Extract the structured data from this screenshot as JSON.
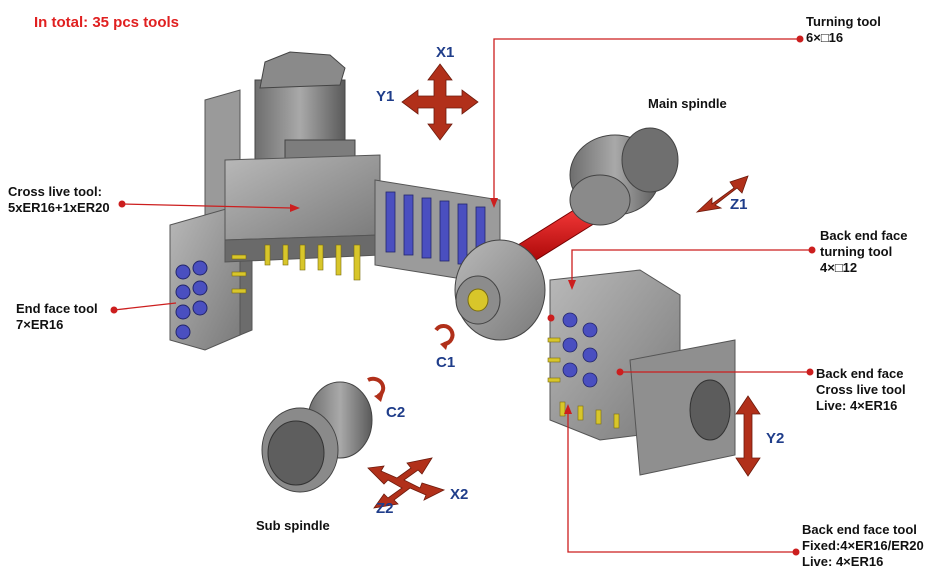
{
  "headline": "In total: 35 pcs tools",
  "colors": {
    "accent": "#e02020",
    "callout": "#cc1e1e",
    "axis_label": "#1f3d8a",
    "metal": "#8e8e8e",
    "tool_blue": "#4a4fc0",
    "drill_yellow": "#d8c62a"
  },
  "labels": {
    "turning_tool": {
      "line1": "Turning tool",
      "line2": "6×□16"
    },
    "main_spindle": {
      "line1": "Main spindle"
    },
    "cross_live_tool": {
      "line1": "Cross live tool:",
      "line2": "5xER16+1xER20"
    },
    "end_face_tool": {
      "line1": "End face tool",
      "line2": "7×ER16"
    },
    "back_end_face_turning": {
      "line1": "Back end face",
      "line2": "turning tool",
      "line3": "4×□12"
    },
    "back_end_face_cross": {
      "line1": "Back end face",
      "line2": "Cross live tool",
      "line3": "Live: 4×ER16"
    },
    "back_end_face_tool": {
      "line1": "Back end face tool",
      "line2": "Fixed:4×ER16/ER20",
      "line3": "Live:  4×ER16"
    },
    "sub_spindle": {
      "line1": "Sub spindle"
    }
  },
  "axes": {
    "x1": "X1",
    "y1": "Y1",
    "z1": "Z1",
    "c1": "C1",
    "c2": "C2",
    "y2": "Y2",
    "x2": "X2",
    "z2": "Z2"
  }
}
